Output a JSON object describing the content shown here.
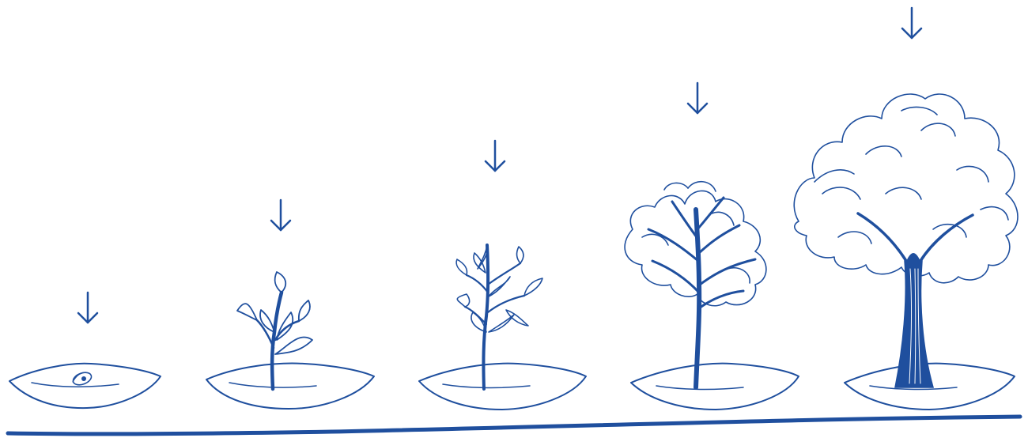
{
  "colors": {
    "ink": "#1f4f9e",
    "background": "#ffffff"
  },
  "stages": [
    {
      "name": "seed",
      "icon": "seed-in-soil-icon"
    },
    {
      "name": "sprout",
      "icon": "sprout-icon"
    },
    {
      "name": "sapling",
      "icon": "sapling-icon"
    },
    {
      "name": "young-tree",
      "icon": "young-tree-icon"
    },
    {
      "name": "mature-tree",
      "icon": "mature-tree-icon"
    }
  ],
  "arrow_icon": "down-arrow-icon",
  "growth_curve_icon": "growth-line-icon"
}
